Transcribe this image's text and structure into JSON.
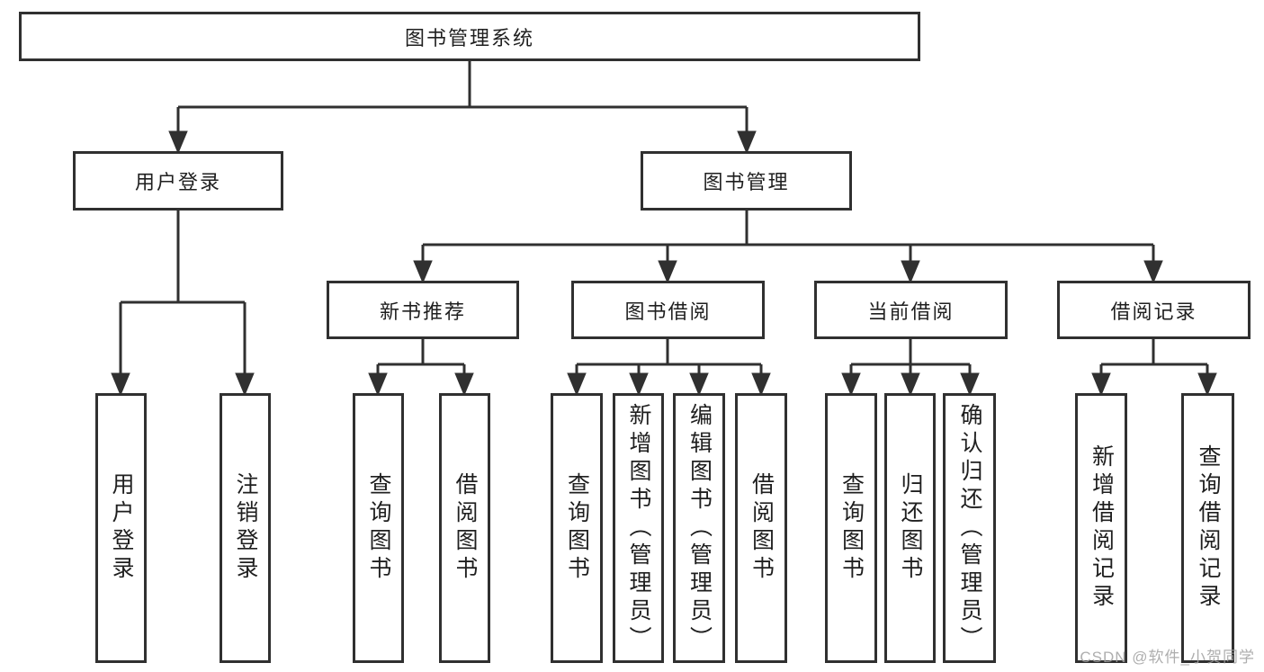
{
  "diagram": {
    "title": "图书管理系统",
    "watermark": "CSDN @软件_小贺同学",
    "colors": {
      "line": "#303030",
      "border": "#303030",
      "background": "#ffffff",
      "text": "#1f1f1f",
      "watermark": "rgba(160,160,160,0.85)"
    },
    "nodes": {
      "root": {
        "label": "图书管理系统"
      },
      "level2": [
        {
          "id": "user-login",
          "label": "用户登录"
        },
        {
          "id": "book-management",
          "label": "图书管理"
        }
      ],
      "level3": [
        {
          "id": "new-book-recommend",
          "label": "新书推荐",
          "parent": "book-management"
        },
        {
          "id": "book-borrow",
          "label": "图书借阅",
          "parent": "book-management"
        },
        {
          "id": "current-borrow",
          "label": "当前借阅",
          "parent": "book-management"
        },
        {
          "id": "borrow-records",
          "label": "借阅记录",
          "parent": "book-management"
        }
      ],
      "leaves": [
        {
          "parent": "user-login",
          "label": "用户登录"
        },
        {
          "parent": "user-login",
          "label": "注销登录"
        },
        {
          "parent": "new-book-recommend",
          "label": "查询图书"
        },
        {
          "parent": "new-book-recommend",
          "label": "借阅图书"
        },
        {
          "parent": "book-borrow",
          "label": "查询图书"
        },
        {
          "parent": "book-borrow",
          "label": "新增图书（管理员）"
        },
        {
          "parent": "book-borrow",
          "label": "编辑图书（管理员）"
        },
        {
          "parent": "book-borrow",
          "label": "借阅图书"
        },
        {
          "parent": "current-borrow",
          "label": "查询图书"
        },
        {
          "parent": "current-borrow",
          "label": "归还图书"
        },
        {
          "parent": "current-borrow",
          "label": "确认归还（管理员）"
        },
        {
          "parent": "borrow-records",
          "label": "新增借阅记录"
        },
        {
          "parent": "borrow-records",
          "label": "查询借阅记录"
        }
      ]
    }
  }
}
